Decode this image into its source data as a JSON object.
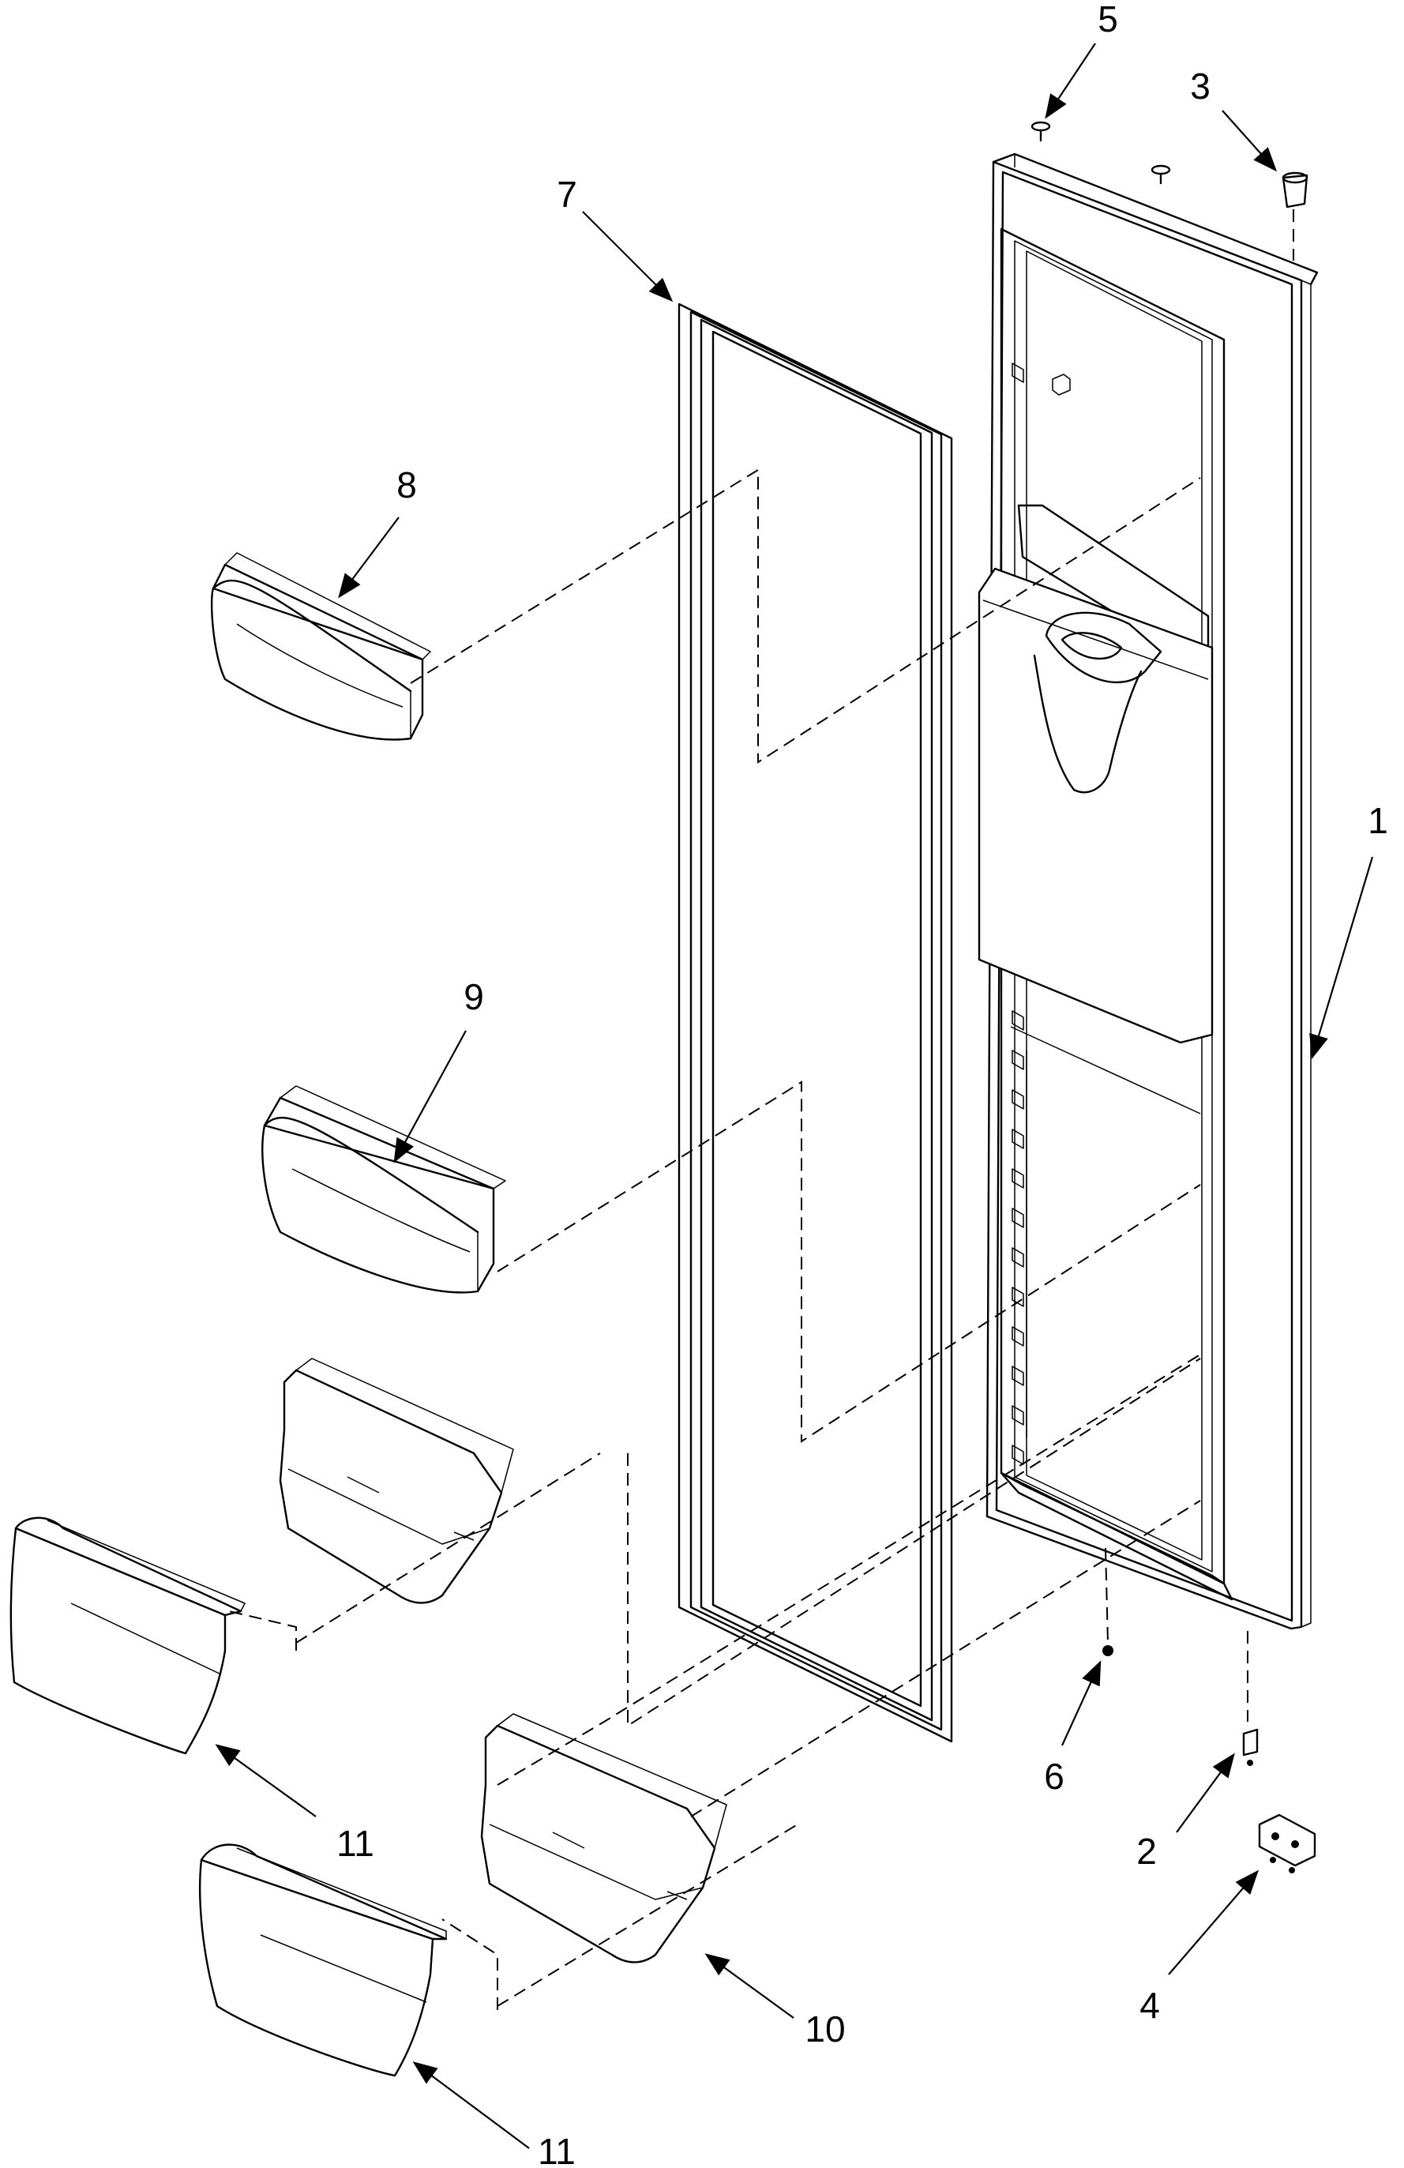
{
  "callouts": [
    {
      "id": "door",
      "label": "1"
    },
    {
      "id": "lower-hinge-pin",
      "label": "2"
    },
    {
      "id": "upper-hinge-bushing",
      "label": "3"
    },
    {
      "id": "lower-hinge",
      "label": "4"
    },
    {
      "id": "top-plug",
      "label": "5"
    },
    {
      "id": "bottom-plug",
      "label": "6"
    },
    {
      "id": "door-gasket",
      "label": "7"
    },
    {
      "id": "small-shelf-bin",
      "label": "8"
    },
    {
      "id": "medium-shelf-bin",
      "label": "9"
    },
    {
      "id": "door-bin-upper-right",
      "label": "10"
    },
    {
      "id": "deep-bin-upper",
      "label": "11"
    },
    {
      "id": "deep-bin-lower",
      "label": "11"
    }
  ],
  "colors": {
    "line": "#000000",
    "background": "#ffffff"
  }
}
